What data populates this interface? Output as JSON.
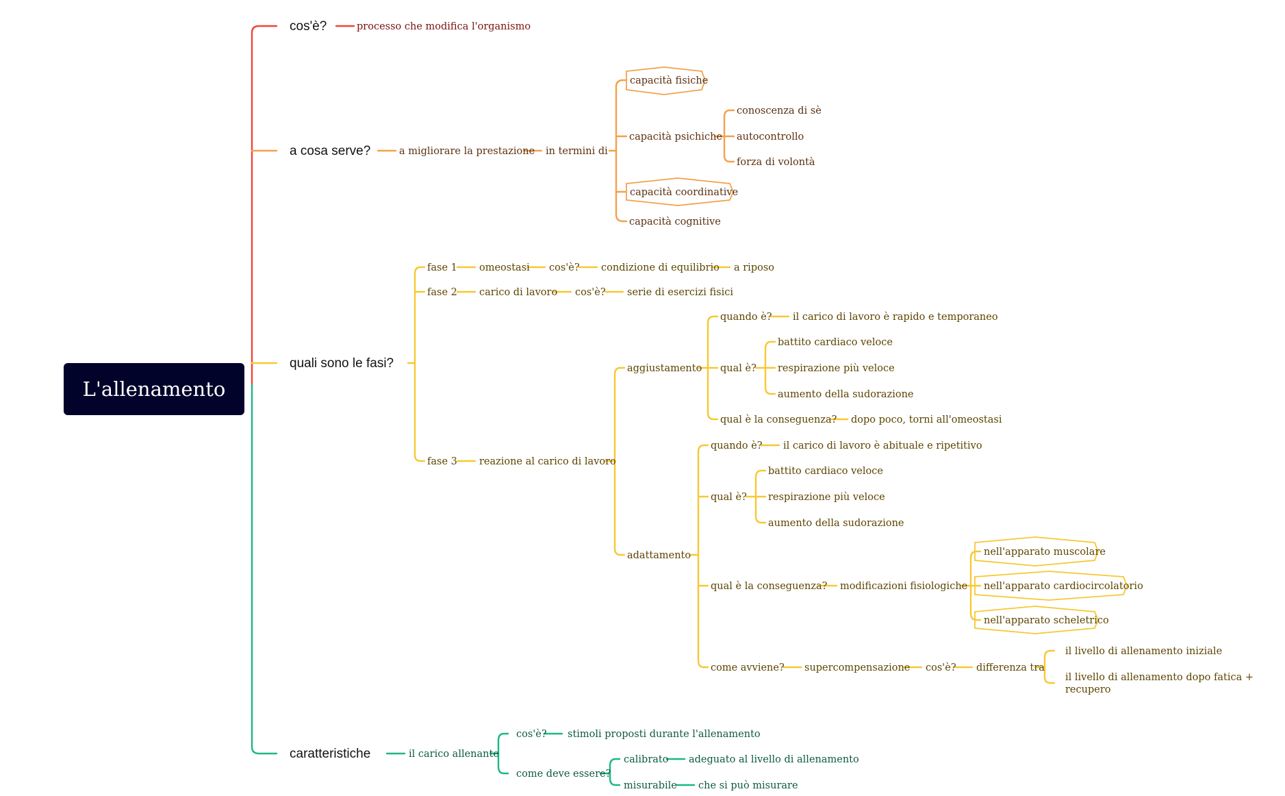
{
  "root": "L'allenamento",
  "colors": {
    "red": "#f04438",
    "orange": "#f5a04a",
    "yellow": "#f7c833",
    "green": "#1ab785",
    "root_bg": "#02032a"
  },
  "b1": {
    "label": "cos'è?",
    "def": "processo che modifica l'organismo"
  },
  "b2": {
    "label": "a cosa serve?",
    "goal": "a migliorare la prestazione",
    "terms": "in termini di",
    "fisiche": "capacità fisiche",
    "psichiche": "capacità psichiche",
    "psy": [
      "conoscenza di sè",
      "autocontrollo",
      "forza di volontà"
    ],
    "coordinative": "capacità coordinative",
    "cognitive": "capacità cognitive"
  },
  "b3": {
    "label": "quali sono le fasi?",
    "f1": {
      "label": "fase 1",
      "n1": "omeostasi",
      "n2": "cos'è?",
      "n3": "condizione di equilibrio",
      "n4": "a riposo"
    },
    "f2": {
      "label": "fase 2",
      "n1": "carico di lavoro",
      "n2": "cos'è?",
      "n3": "serie di esercizi fisici"
    },
    "f3": {
      "label": "fase 3",
      "n1": "reazione al carico di lavoro"
    },
    "agg": {
      "label": "aggiustamento",
      "quando": "quando è?",
      "quando_ans": "il carico di lavoro è rapido e temporaneo",
      "qual": "qual è?",
      "qual_items": [
        "battito cardiaco veloce",
        "respirazione più veloce",
        "aumento della sudorazione"
      ],
      "cons": "qual è la conseguenza?",
      "cons_ans": "dopo poco, torni all'omeostasi"
    },
    "ada": {
      "label": "adattamento",
      "quando": "quando è?",
      "quando_ans": "il carico di lavoro è abituale e ripetitivo",
      "qual": "qual è?",
      "qual_items": [
        "battito cardiaco veloce",
        "respirazione più veloce",
        "aumento della sudorazione"
      ],
      "cons": "qual è la conseguenza?",
      "mod": "modificazioni fisiologiche",
      "app": [
        "nell'apparato muscolare",
        "nell'apparato cardiocircolatorio",
        "nell'apparato scheletrico"
      ],
      "come": "come avviene?",
      "super": "supercompensazione",
      "cose": "cos'è?",
      "diff": "differenza tra",
      "liv1": "il livello di allenamento iniziale",
      "liv2_line1": "il livello di allenamento dopo fatica +",
      "liv2_line2": "recupero"
    }
  },
  "b4": {
    "label": "caratteristiche",
    "carico": "il carico allenante",
    "cose": "cos'è?",
    "cose_ans": "stimoli proposti durante l'allenamento",
    "come": "come deve essere?",
    "calibrato": "calibrato",
    "calibrato_ans": "adeguato al livello di allenamento",
    "misurabile": "misurabile",
    "misurabile_ans": "che si può misurare"
  }
}
